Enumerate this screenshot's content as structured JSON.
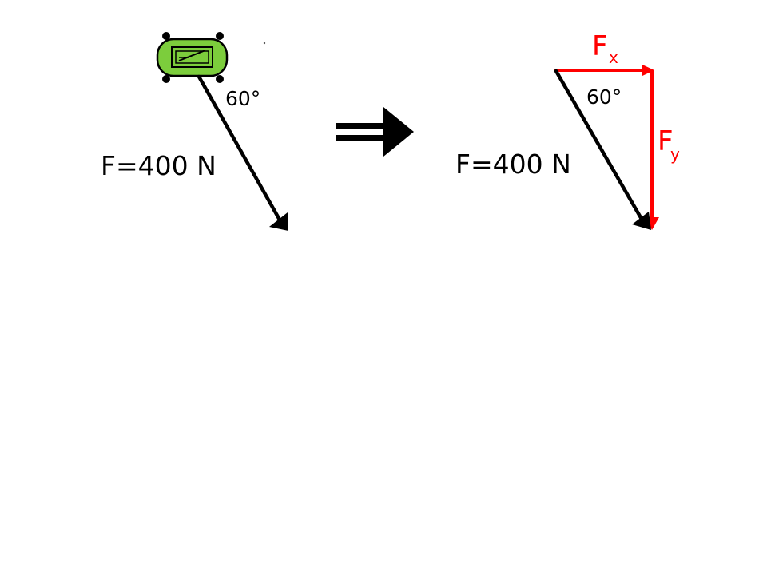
{
  "left_panel": {
    "force_label": "F=400 N",
    "angle_label": "60°"
  },
  "right_panel": {
    "force_label": "F=400 N",
    "angle_label": "60°",
    "fx_label": "F",
    "fx_subscript": "x",
    "fy_label": "F",
    "fy_subscript": "y"
  },
  "colors": {
    "force_vector": "#000000",
    "components": "#ff0000",
    "cart_fill": "#7ccd3c",
    "cart_outline": "#000000"
  },
  "icons": {
    "cart": "sled-cart-icon",
    "transition": "double-arrow-right-icon"
  }
}
